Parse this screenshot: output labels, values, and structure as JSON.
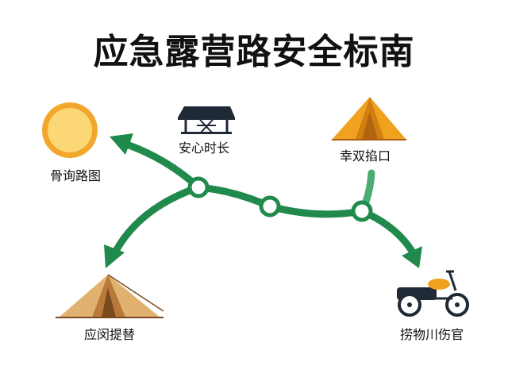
{
  "title": "应急露营路安全标南",
  "colors": {
    "route": "#1f8a4c",
    "node_fill": "#ffffff",
    "sun_outer": "#f2a72c",
    "sun_inner": "#fbd776",
    "tent_orange": "#f0a11e",
    "tent_brown": "#c98c4a",
    "vehicle_dark": "#1f2a36",
    "vehicle_accent": "#f0a11e"
  },
  "nodes": {
    "sun": {
      "label": "骨询路图",
      "icon": "sun-icon"
    },
    "shelter": {
      "label": "安心时长",
      "icon": "picnic-shelter-icon"
    },
    "tent_orange": {
      "label": "幸双掐口",
      "icon": "orange-tent-icon"
    },
    "tent_brown": {
      "label": "应闵提替",
      "icon": "brown-tent-icon"
    },
    "vehicle": {
      "label": "捞物川伤官",
      "icon": "motorcycle-sidecar-icon"
    }
  }
}
